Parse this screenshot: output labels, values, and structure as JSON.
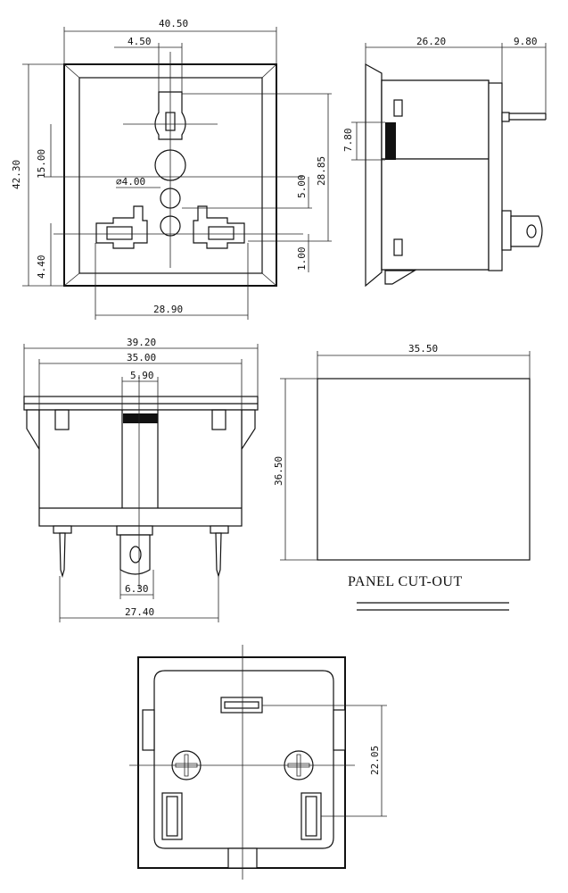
{
  "front_view": {
    "overall_width": "40.50",
    "top_pin_width": "4.50",
    "overall_height": "42.30",
    "top_pin_offset": "15.00",
    "hole_diameter": "⌀4.00",
    "bottom_offset": "4.40",
    "hole_spacing": "5.00",
    "total_height": "28.85",
    "small_gap": "1.00",
    "bottom_span": "28.90"
  },
  "side_view": {
    "depth": "26.20",
    "pin_length": "9.80",
    "slot_height": "7.80"
  },
  "bottom_view": {
    "flange_width": "39.20",
    "body_width": "35.00",
    "top_pin_width": "5.90",
    "tab_width": "6.30",
    "pin_spacing": "27.40"
  },
  "panel_cutout": {
    "label": "PANEL CUT-OUT",
    "width": "35.50",
    "height": "36.50"
  },
  "rear_view": {
    "vertical_distance": "22.05"
  }
}
